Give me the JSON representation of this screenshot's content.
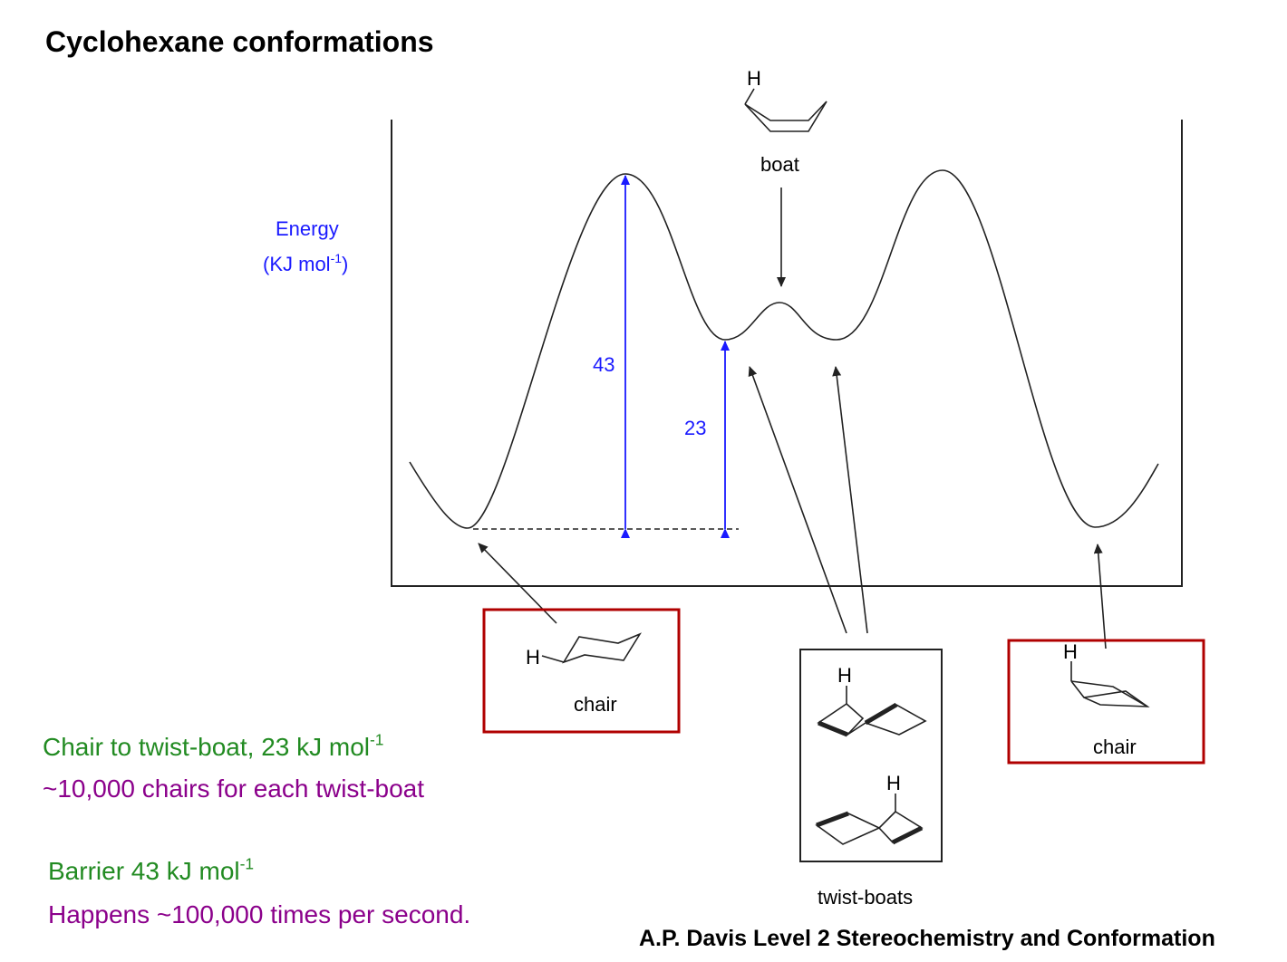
{
  "title": "Cyclohexane conformations",
  "credit": "A.P. Davis Level 2 Stereochemistry and Conformation",
  "colors": {
    "energy_label": "#1a1aff",
    "measure_arrow": "#1a1aff",
    "note_green": "#228b22",
    "note_purple": "#8b008b",
    "box_red": "#b00000",
    "line": "#222222"
  },
  "axis": {
    "energy_label": "Energy",
    "unit_prefix": "(KJ mol",
    "unit_exp": "-1",
    "unit_suffix": ")"
  },
  "measurements": {
    "barrier_label": "43",
    "twist_label": "23"
  },
  "structures": {
    "boat": {
      "label": "boat",
      "atom": "H"
    },
    "chair_left": {
      "label": "chair",
      "atom": "H"
    },
    "chair_right": {
      "label": "chair",
      "atom": "H"
    },
    "twist_boats": {
      "label": "twist-boats",
      "atom_top": "H",
      "atom_bottom": "H"
    }
  },
  "notes": {
    "line1_prefix": "Chair to twist-boat, 23 kJ mol",
    "line1_exp": "-1",
    "line2": "~10,000 chairs for each twist-boat",
    "line3_prefix": "Barrier 43  kJ mol",
    "line3_exp": "-1",
    "line4": "Happens ~100,000 times per second."
  }
}
